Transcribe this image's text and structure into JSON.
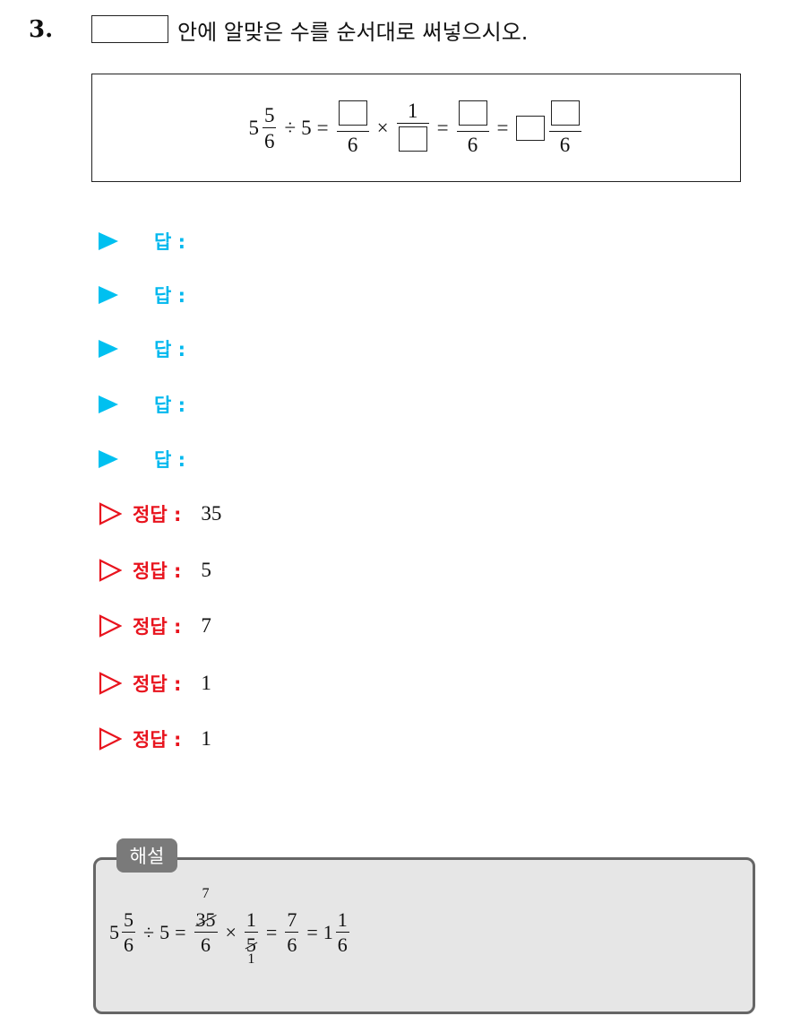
{
  "problem": {
    "number": "3.",
    "instruction": "안에 알맞은 수를 순서대로 써넣으시오.",
    "equation": {
      "whole": "5",
      "num": "5",
      "den": "6",
      "div": "÷",
      "divisor": "5",
      "eq": "=",
      "times": "×",
      "den6": "6",
      "one": "1"
    }
  },
  "answer_label": "답 :",
  "answer_count": 5,
  "correct_label": "정답 :",
  "correct_answers": [
    "35",
    "5",
    "7",
    "1",
    "1"
  ],
  "solution": {
    "tab": "해설",
    "whole": "5",
    "num": "5",
    "den": "6",
    "div": "÷",
    "divisor": "5",
    "eq": "=",
    "times": "×",
    "frac1_num": "35",
    "frac1_num_reduced": "7",
    "frac1_den": "6",
    "frac2_num": "1",
    "frac2_den": "5",
    "frac2_den_reduced": "1",
    "result_num": "7",
    "result_den": "6",
    "final_whole": "1",
    "final_num": "1",
    "final_den": "6"
  },
  "colors": {
    "answer_accent": "#00b8ee",
    "correct_accent": "#e8141e",
    "solution_bg": "#e6e6e6",
    "solution_tab": "#7a7a7a"
  }
}
